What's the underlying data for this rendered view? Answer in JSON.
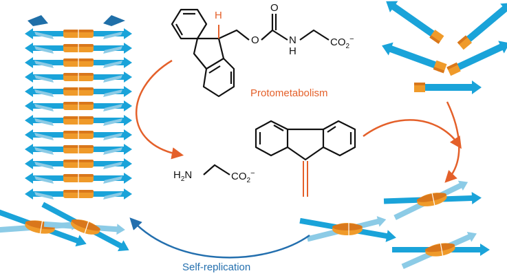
{
  "colors": {
    "blue": "#1aa3d9",
    "dark_blue": "#1f6fa8",
    "light_blue": "#8ccbe6",
    "orange": "#ef9a2a",
    "dark_orange": "#d9771b",
    "red_orange": "#e4602a",
    "cycle_blue": "#236fae",
    "text": "#111111"
  },
  "labels": {
    "protometabolism": "Protometabolism",
    "self_replication": "Self-replication"
  },
  "molecules": {
    "fmoc_glycine": {
      "highlighted_hydrogen": "H",
      "ring_oxygen": "O",
      "carbonyl_oxygen": "O",
      "nh": "N",
      "nh_h": "H",
      "carboxylate": "CO",
      "carboxylate_sub": "2",
      "carboxylate_charge": "−"
    },
    "glycine": {
      "amine": "H",
      "amine_sub": "2",
      "amine_n": "N",
      "carboxylate": "CO",
      "carboxylate_sub": "2",
      "carboxylate_charge": "−"
    }
  },
  "icons": [
    "fiber-stack-icon",
    "peptide-fragment-icon",
    "dimer-icon",
    "fluorene-icon",
    "cycle-arrow-icon"
  ]
}
